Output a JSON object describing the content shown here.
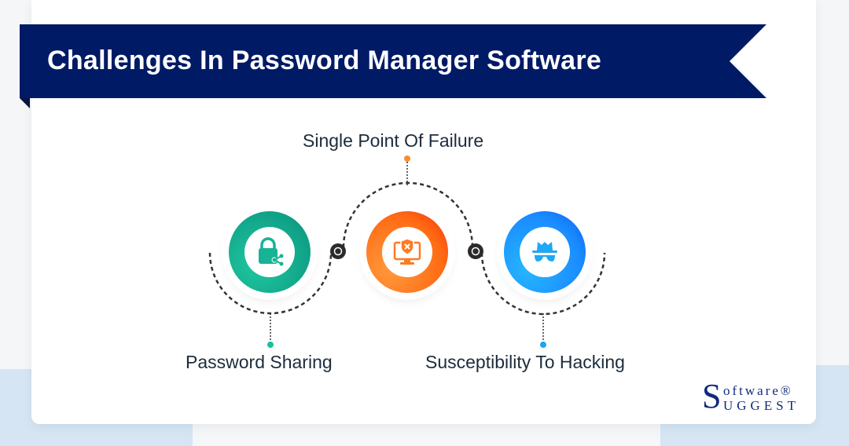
{
  "title": "Challenges In Password Manager Software",
  "items": [
    {
      "label": "Password Sharing",
      "icon": "lock-share-icon",
      "color": "#17b395"
    },
    {
      "label": "Single Point Of Failure",
      "icon": "monitor-shield-icon",
      "color": "#ff6a13"
    },
    {
      "label": "Susceptibility To Hacking",
      "icon": "incognito-hacker-icon",
      "color": "#1a8cff"
    }
  ],
  "colors": {
    "banner": "#001a66",
    "text": "#1c2c3c",
    "connector": "#333333"
  },
  "logo": {
    "initial": "S",
    "line1": "oftware®",
    "line2": "uggest",
    "initial2": "S"
  }
}
